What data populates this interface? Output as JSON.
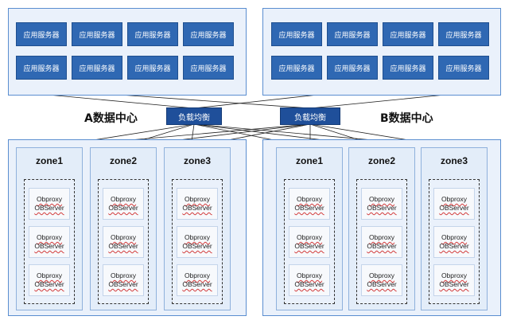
{
  "app_server_label": "应用服务器",
  "load_balancer_label": "负载均衡",
  "datacenters": [
    {
      "label": "A数据中心",
      "zones": [
        "zone1",
        "zone2",
        "zone3"
      ]
    },
    {
      "label": "B数据中心",
      "zones": [
        "zone1",
        "zone2",
        "zone3"
      ]
    }
  ],
  "server_lines": [
    "Obproxy",
    "OBServer"
  ],
  "colors": {
    "app_server": "#2f68b3",
    "load_balancer": "#1f4f9a",
    "panel": "#eaf1fb",
    "border": "#5a8ed0"
  }
}
